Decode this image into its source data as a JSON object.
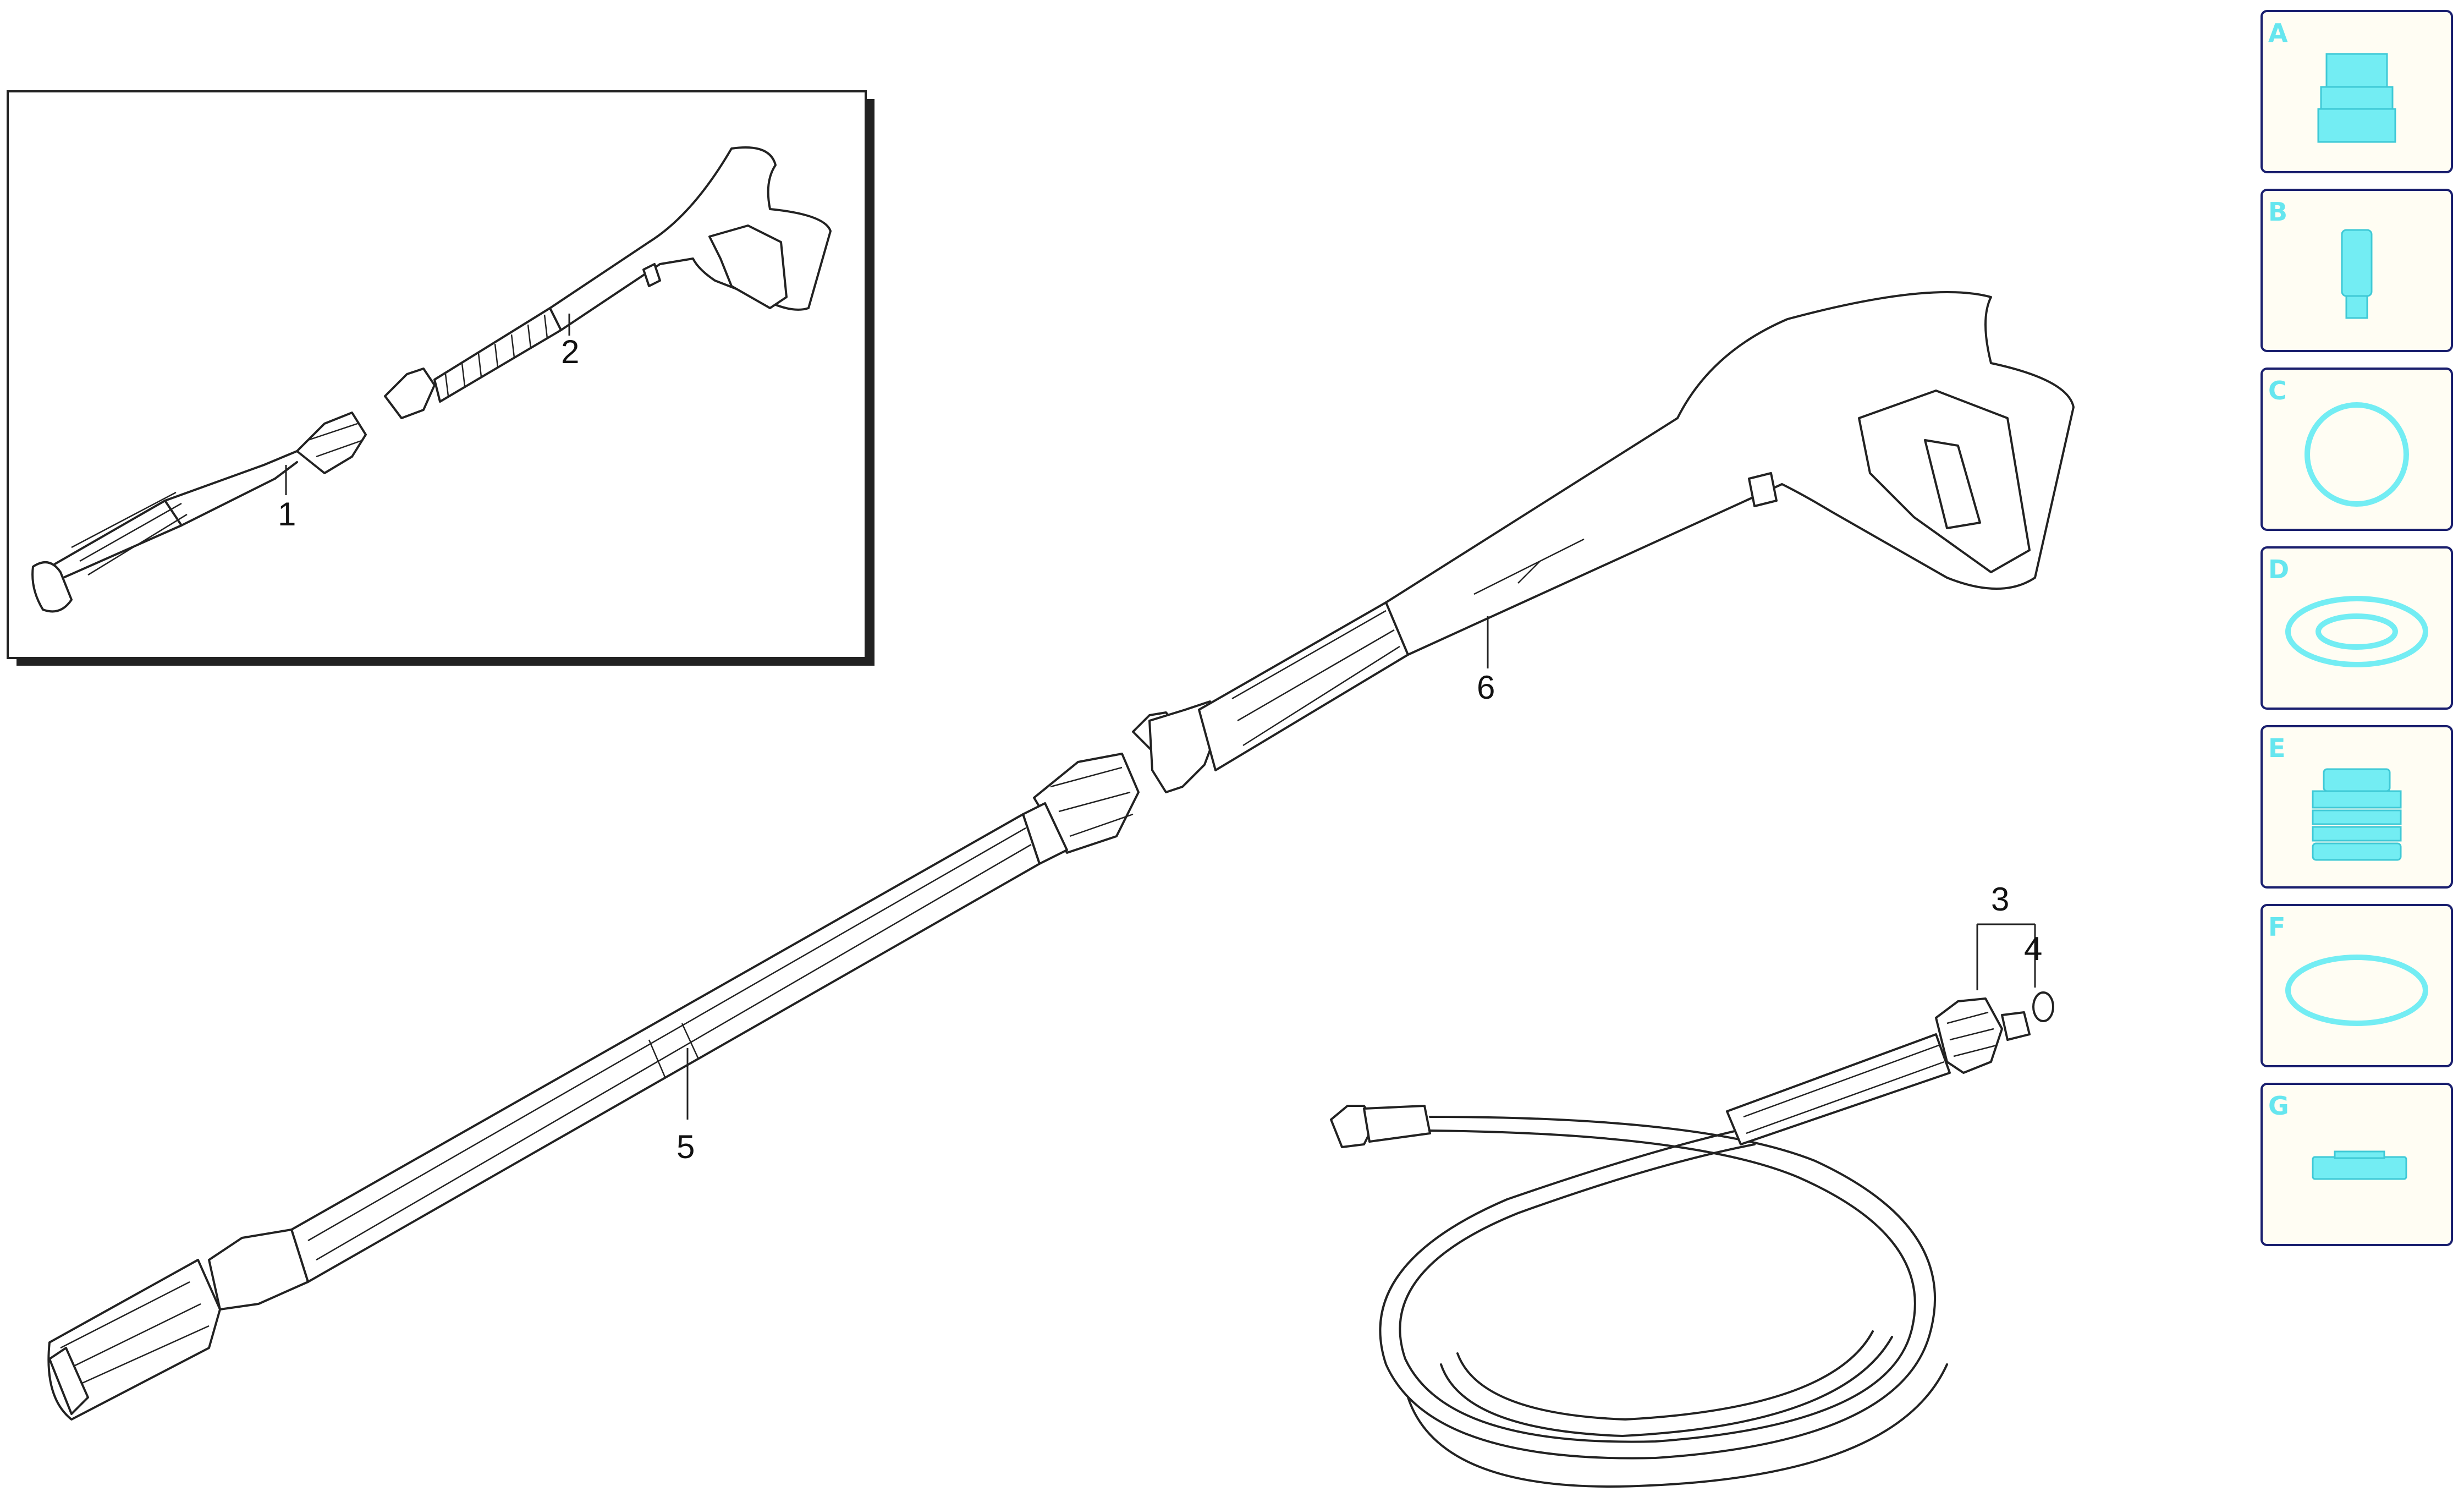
{
  "callouts": {
    "c1": "1",
    "c2": "2",
    "c3": "3",
    "c4": "4",
    "c5": "5",
    "c6": "6"
  },
  "sidebar": {
    "items": [
      {
        "letter": "A",
        "icon": "nozzle-fitting-icon"
      },
      {
        "letter": "B",
        "icon": "cylinder-pin-icon"
      },
      {
        "letter": "C",
        "icon": "o-ring-icon"
      },
      {
        "letter": "D",
        "icon": "flat-washer-icon"
      },
      {
        "letter": "E",
        "icon": "threaded-coupling-icon"
      },
      {
        "letter": "F",
        "icon": "thin-ring-icon"
      },
      {
        "letter": "G",
        "icon": "flat-plate-icon"
      }
    ],
    "colors": {
      "frame": "#1a1f6e",
      "icon": "#73edf3",
      "background": "#fffdf3"
    }
  }
}
